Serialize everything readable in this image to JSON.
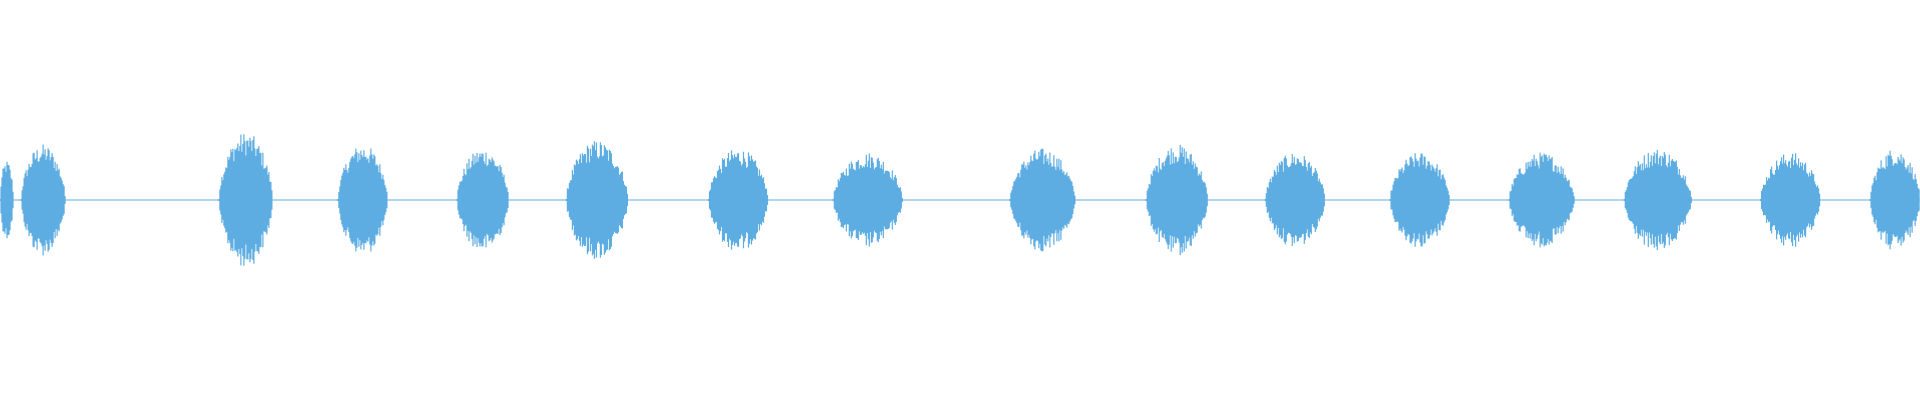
{
  "waveform": {
    "color": "#5dade2",
    "center_fraction": 0.5,
    "duration_fraction": [
      0,
      1
    ],
    "bursts": [
      {
        "start": 0.0,
        "end": 0.007,
        "amp": 0.1
      },
      {
        "start": 0.011,
        "end": 0.034,
        "amp": 0.14
      },
      {
        "start": 0.114,
        "end": 0.142,
        "amp": 0.17
      },
      {
        "start": 0.176,
        "end": 0.202,
        "amp": 0.14
      },
      {
        "start": 0.238,
        "end": 0.265,
        "amp": 0.13
      },
      {
        "start": 0.295,
        "end": 0.327,
        "amp": 0.15
      },
      {
        "start": 0.369,
        "end": 0.4,
        "amp": 0.13
      },
      {
        "start": 0.434,
        "end": 0.47,
        "amp": 0.12
      },
      {
        "start": 0.526,
        "end": 0.56,
        "amp": 0.13
      },
      {
        "start": 0.597,
        "end": 0.629,
        "amp": 0.14
      },
      {
        "start": 0.659,
        "end": 0.69,
        "amp": 0.12
      },
      {
        "start": 0.724,
        "end": 0.755,
        "amp": 0.12
      },
      {
        "start": 0.786,
        "end": 0.82,
        "amp": 0.12
      },
      {
        "start": 0.846,
        "end": 0.881,
        "amp": 0.13
      },
      {
        "start": 0.917,
        "end": 0.948,
        "amp": 0.12
      },
      {
        "start": 0.974,
        "end": 1.0,
        "amp": 0.13
      }
    ]
  }
}
